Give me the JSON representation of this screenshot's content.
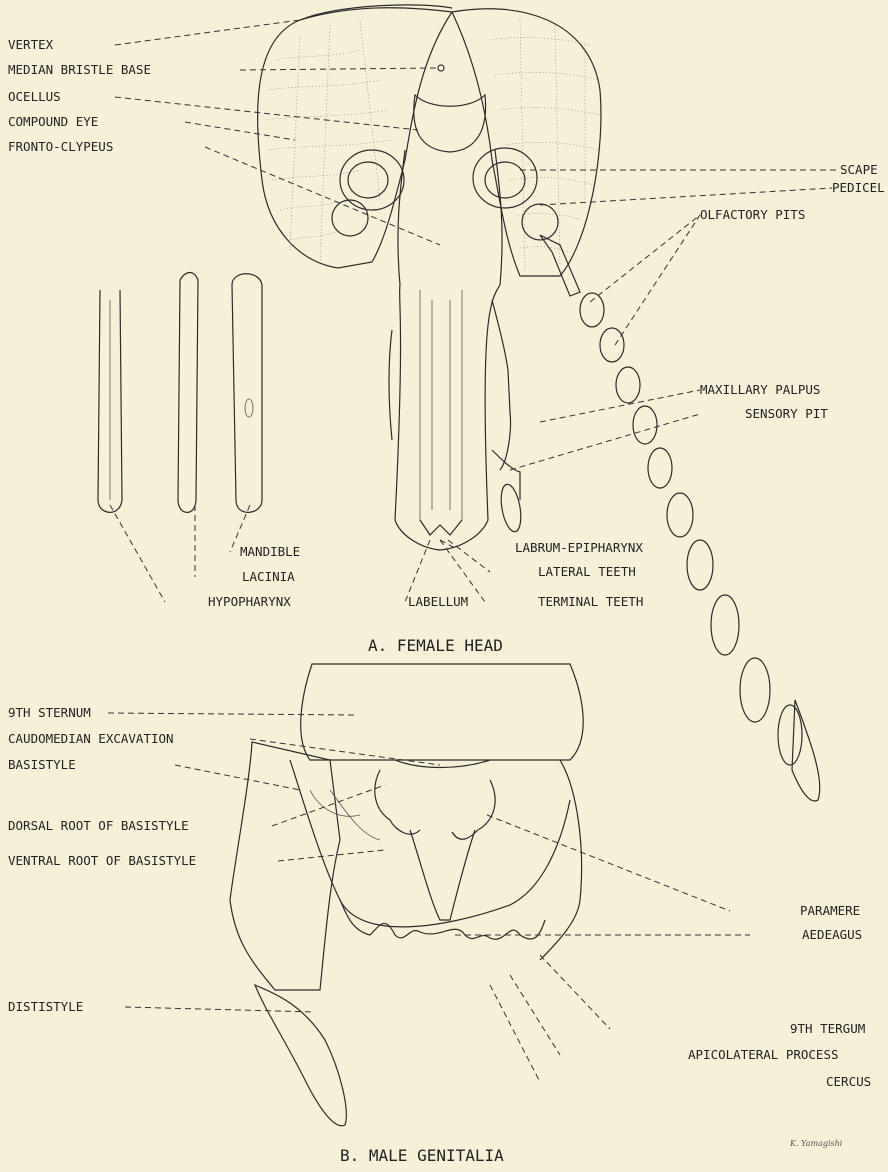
{
  "figure_a": {
    "caption": "A. FEMALE HEAD",
    "labels": {
      "vertex": "VERTEX",
      "median_bristle_base": "MEDIAN BRISTLE BASE",
      "ocellus": "OCELLUS",
      "compound_eye": "COMPOUND EYE",
      "fronto_clypeus": "FRONTO-CLYPEUS",
      "scape": "SCAPE",
      "pedicel": "PEDICEL",
      "olfactory_pits": "OLFACTORY PITS",
      "maxillary_palpus": "MAXILLARY PALPUS",
      "sensory_pit": "SENSORY PIT",
      "mandible": "MANDIBLE",
      "lacinia": "LACINIA",
      "hypopharynx": "HYPOPHARYNX",
      "labrum_epipharynx": "LABRUM-EPIPHARYNX",
      "lateral_teeth": "LATERAL TEETH",
      "labellum": "LABELLUM",
      "terminal_teeth": "TERMINAL TEETH"
    }
  },
  "figure_b": {
    "caption": "B. MALE GENITALIA",
    "labels": {
      "ninth_sternum": "9TH STERNUM",
      "caudomedian_excavation": "CAUDOMEDIAN EXCAVATION",
      "basistyle": "BASISTYLE",
      "dorsal_root_of_basistyle": "DORSAL ROOT OF BASISTYLE",
      "ventral_root_of_basistyle": "VENTRAL ROOT OF BASISTYLE",
      "paramere": "PARAMERE",
      "aedeagus": "AEDEAGUS",
      "ninth_tergum": "9TH TERGUM",
      "apicolateral_process": "APICOLATERAL PROCESS",
      "cercus": "CERCUS",
      "diststyle": "DISTISTYLE"
    }
  },
  "artist_signature": "K. Yamagishi"
}
